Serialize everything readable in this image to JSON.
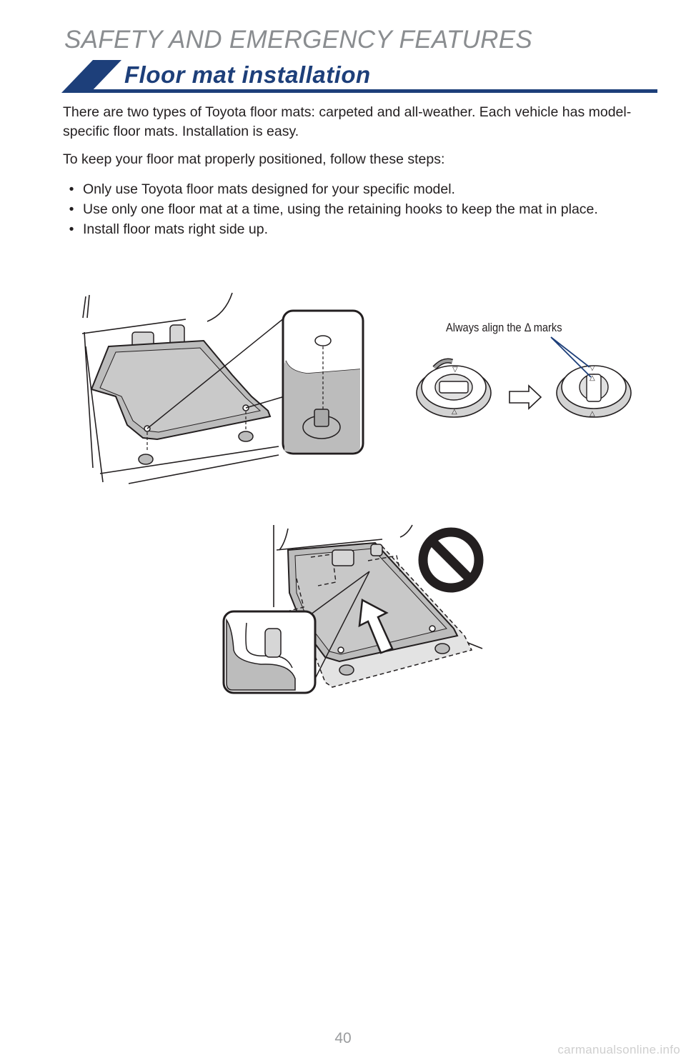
{
  "header": {
    "section": "SAFETY AND EMERGENCY FEATURES",
    "title": "Floor mat installation"
  },
  "intro": {
    "paragraph1": "There are two types of Toyota floor mats: carpeted and all-weather. Each vehicle has model-specific floor mats. Installation is easy.",
    "paragraph2": "To keep your floor mat properly positioned, follow these steps:"
  },
  "bullets": [
    {
      "marker": "•",
      "text": "Only use Toyota floor mats designed for your specific model."
    },
    {
      "marker": "•",
      "text": "Use only one floor mat at a time, using the retaining hooks to keep the mat in place."
    },
    {
      "marker": "•",
      "text": "Install floor mats right side up."
    }
  ],
  "figure1": {
    "callout": "Always align the Δ marks"
  },
  "footer": {
    "page_number": "40",
    "watermark": "carmanualsonline.info"
  },
  "colors": {
    "accent_blue": "#1d3f7a",
    "header_gray": "#8a8d90",
    "mat_gray": "#bcbcbc",
    "prohibition": "#231f20"
  }
}
